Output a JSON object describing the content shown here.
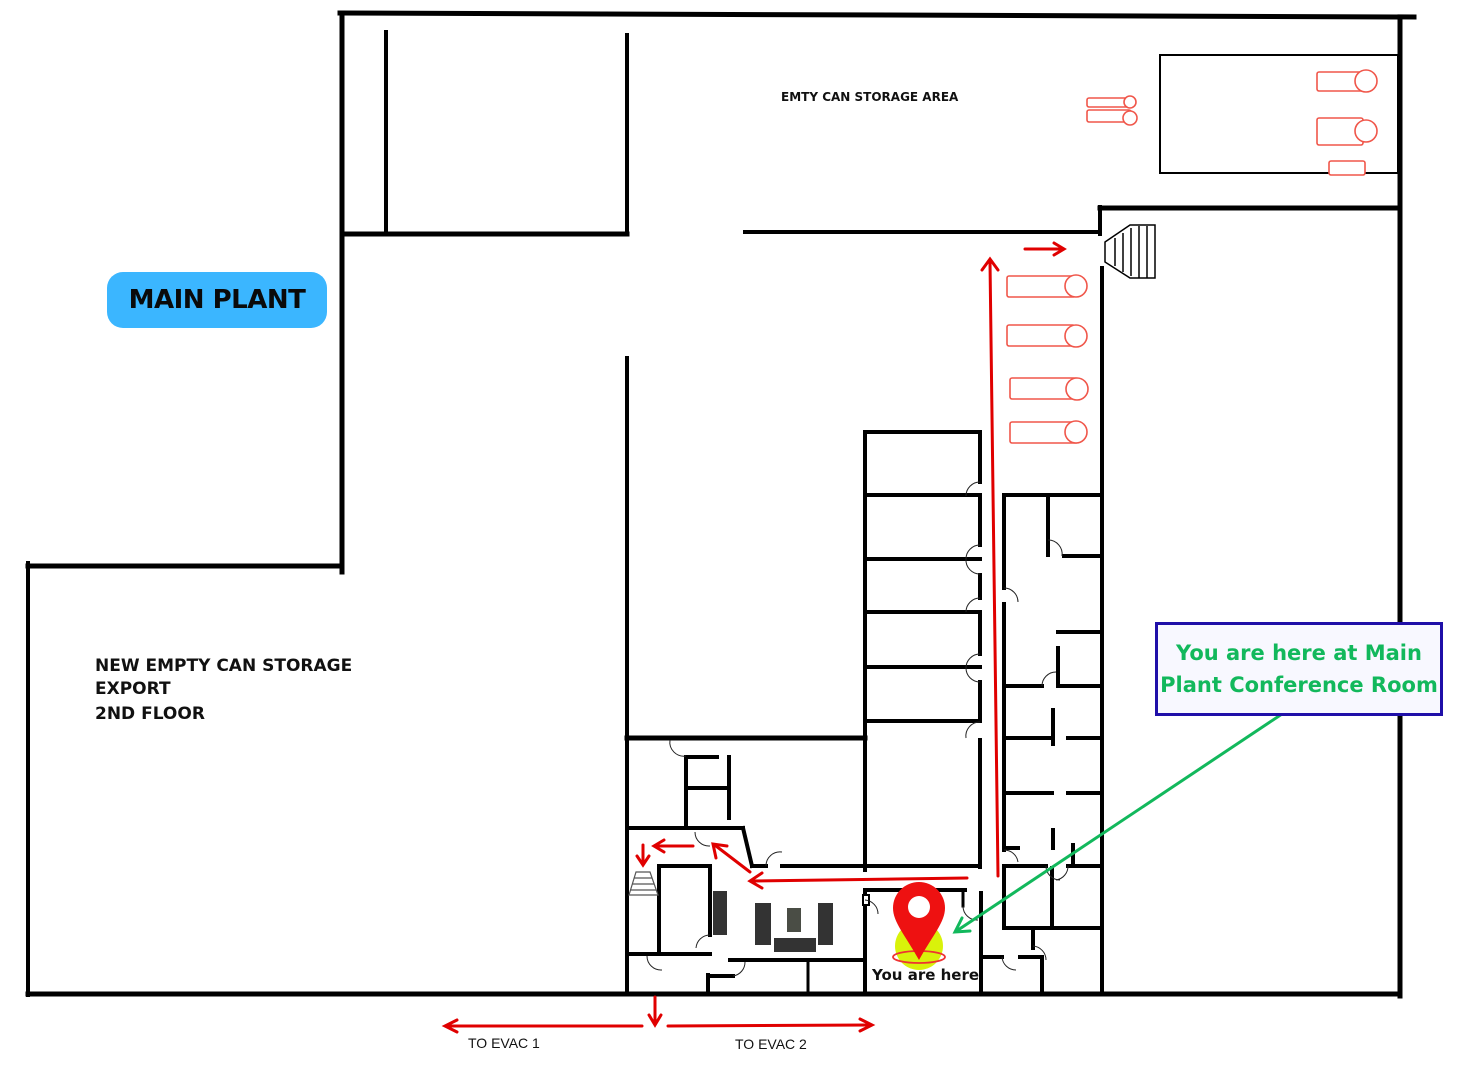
{
  "map": {
    "title_badge": "MAIN PLANT",
    "areas": {
      "top": "EMTY CAN STORAGE AREA",
      "left_line1": "NEW EMPTY CAN STORAGE",
      "left_line2": "EXPORT",
      "left_line3": "2ND FLOOR"
    },
    "callout": {
      "line1": "You are here at Main",
      "line2": "Plant Conference Room"
    },
    "marker_label": "You are here",
    "evac": {
      "exit1": "TO EVAC 1",
      "exit2": "TO EVAC 2"
    },
    "colors": {
      "wall": "#000000",
      "route": "#e00000",
      "equipment": "#f0564a",
      "badge": "#3bb6ff",
      "callout_text": "#12b85c",
      "callout_border": "#1f0fa8",
      "pointer": "#12b85c",
      "marker": "#ee1111",
      "marker_glow": "#d9f20a"
    },
    "icons": [
      "location-pin-icon",
      "staircase-icon",
      "tank-icon",
      "evacuation-arrow-icon",
      "door-swing-icon"
    ]
  }
}
